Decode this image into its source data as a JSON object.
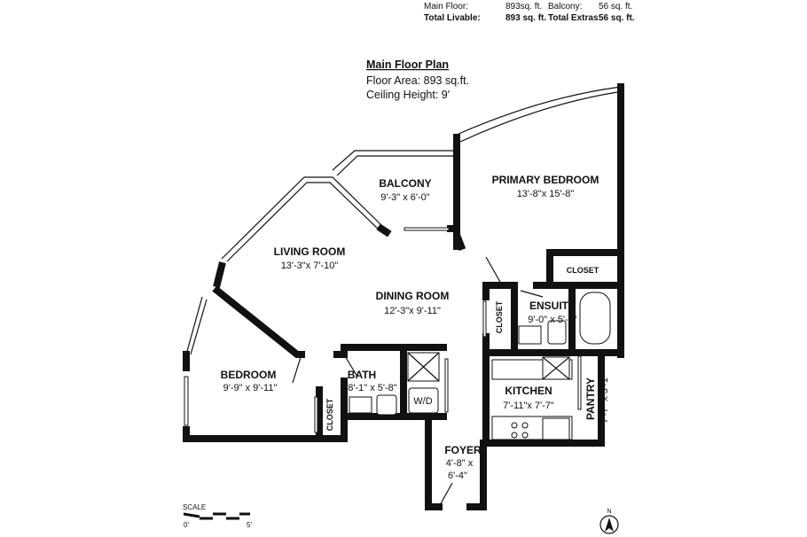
{
  "summary": {
    "main_floor_label": "Main Floor:",
    "main_floor_value": "893sq. ft.",
    "balcony_label": "Balcony:",
    "balcony_value": "56 sq. ft.",
    "total_livable_label": "Total Livable:",
    "total_livable_value": "893 sq. ft.",
    "total_extras_label": "Total Extras:",
    "total_extras_value": "56 sq. ft."
  },
  "plan_header": {
    "title": "Main Floor Plan",
    "floor_area": "Floor Area: 893 sq.ft.",
    "ceiling_height": "Ceiling Height: 9'"
  },
  "rooms": {
    "balcony": {
      "name": "BALCONY",
      "dims": "9'-3\" x 6'-0\""
    },
    "primary_bedroom": {
      "name": "PRIMARY BEDROOM",
      "dims": "13'-8\"x 15'-8\""
    },
    "living_room": {
      "name": "LIVING ROOM",
      "dims": "13'-3\"x 7'-10\""
    },
    "dining_room": {
      "name": "DINING ROOM",
      "dims": "12'-3\"x 9'-11\""
    },
    "ensuite": {
      "name": "ENSUITE",
      "dims": "9'-0\" x 5'-2\""
    },
    "bedroom": {
      "name": "BEDROOM",
      "dims": "9'-9\" x 9'-11\""
    },
    "bath": {
      "name": "BATH",
      "dims": "8'-1\" x 5'-8\""
    },
    "kitchen": {
      "name": "KITCHEN",
      "dims": "7'-11\"x 7'-7\""
    },
    "pantry": {
      "name": "PANTRY",
      "dims": "7'-7\" x 3'-1\""
    },
    "foyer": {
      "name": "FOYER",
      "dims_1": "4'-8\" x",
      "dims_2": "6'-4\""
    }
  },
  "labels": {
    "closet_primary": "CLOSET",
    "closet_hall": "CLOSET",
    "closet_bedroom": "CLOSET",
    "washer_dryer": "W/D"
  },
  "scale": {
    "label": "SCALE",
    "start": "0'",
    "end": "5'"
  },
  "compass": {
    "label": "N"
  }
}
